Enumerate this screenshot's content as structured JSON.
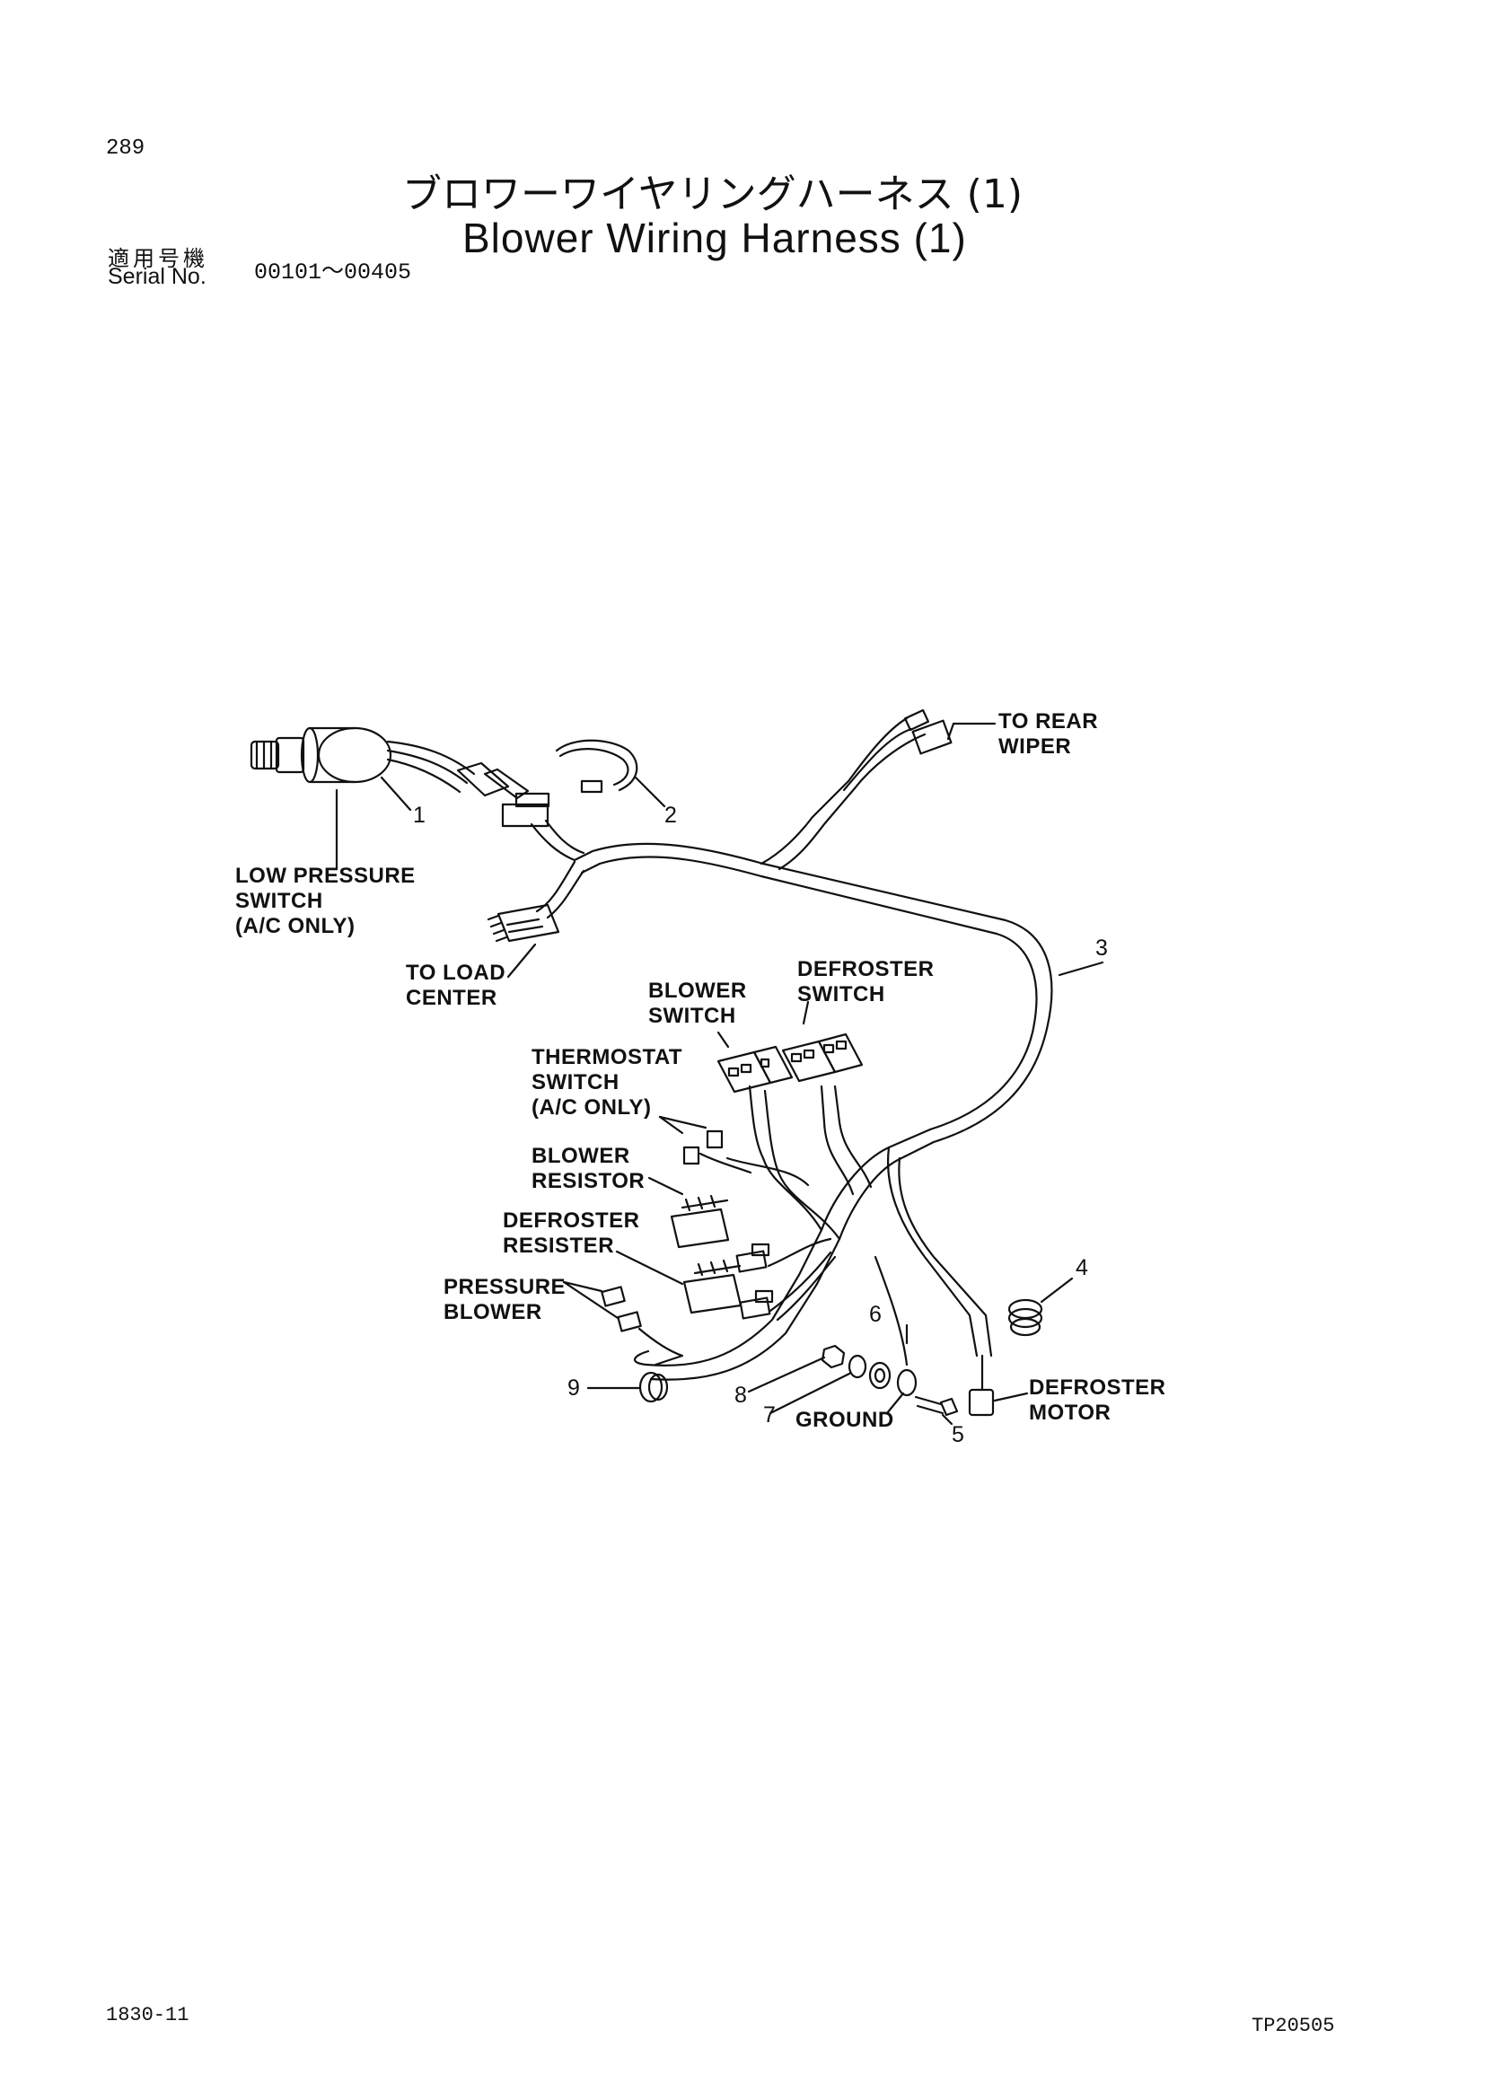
{
  "header": {
    "page_number": "289",
    "title_jp": "ブロワーワイヤリングハーネス (1)",
    "title_en": "Blower Wiring Harness (1)",
    "serial_label_jp": "適用号機",
    "serial_label_en": "Serial No.",
    "serial_range": "00101～00405"
  },
  "labels": {
    "low_pressure_switch": [
      "LOW PRESSURE",
      "SWITCH",
      "(A/C ONLY)"
    ],
    "to_load_center": [
      "TO LOAD",
      "CENTER"
    ],
    "to_rear_wiper": [
      "TO REAR",
      "WIPER"
    ],
    "blower_switch": [
      "BLOWER",
      "SWITCH"
    ],
    "defroster_switch": [
      "DEFROSTER",
      "SWITCH"
    ],
    "thermostat_switch": [
      "THERMOSTAT",
      "SWITCH",
      "(A/C ONLY)"
    ],
    "blower_resistor": [
      "BLOWER",
      "RESISTOR"
    ],
    "defroster_resister": [
      "DEFROSTER",
      "RESISTER"
    ],
    "pressure_blower": [
      "PRESSURE",
      "BLOWER"
    ],
    "ground": "GROUND",
    "defroster_motor": [
      "DEFROSTER",
      "MOTOR"
    ]
  },
  "callouts": [
    "1",
    "2",
    "3",
    "4",
    "5",
    "6",
    "7",
    "8",
    "9"
  ],
  "footer": {
    "left_code": "1830-11",
    "right_code": "TP20505"
  }
}
